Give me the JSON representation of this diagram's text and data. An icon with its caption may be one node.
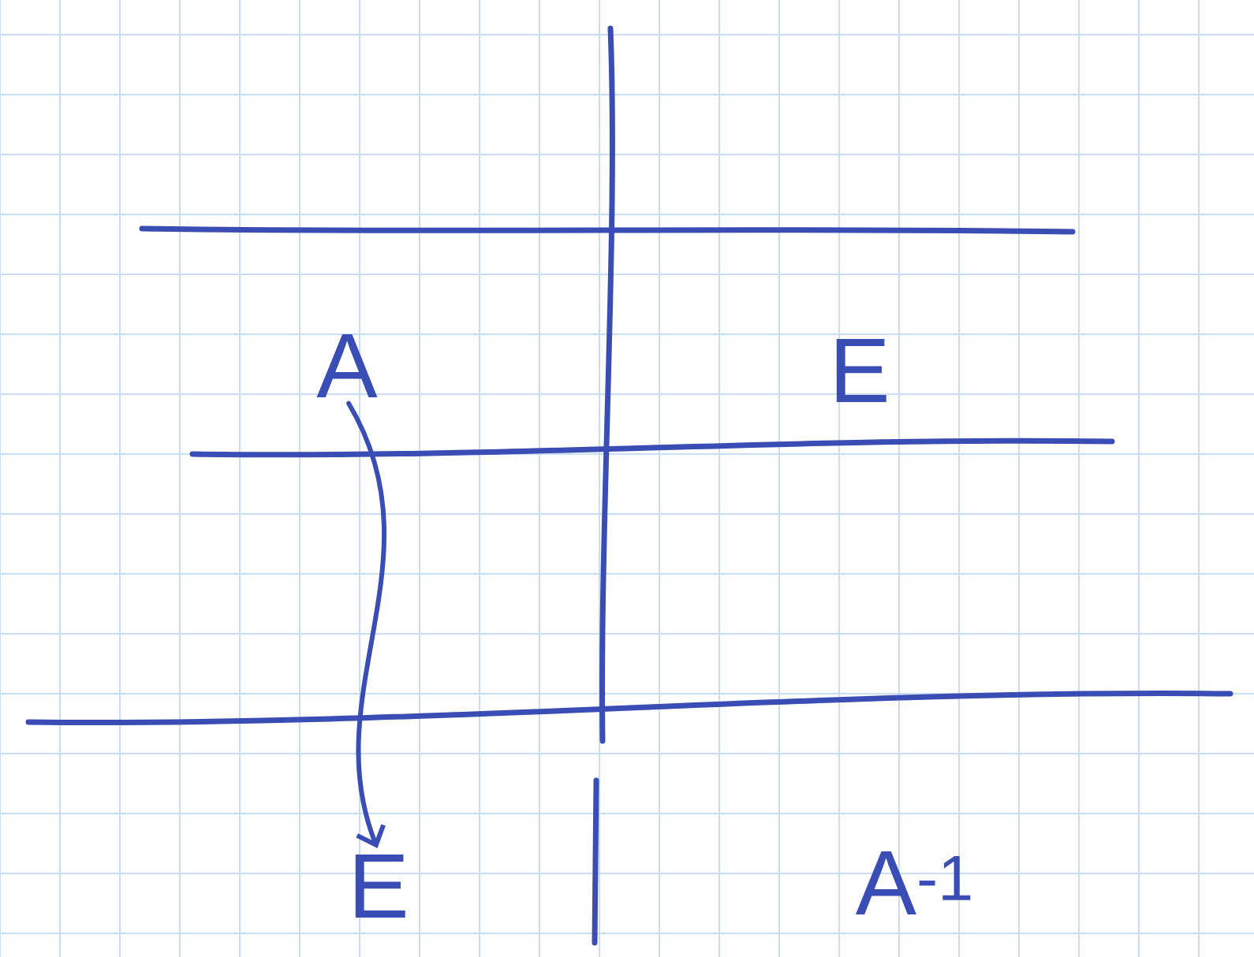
{
  "diagram": {
    "nodes": [
      {
        "text": [
          "A"
        ]
      },
      {
        "text": [
          "E"
        ]
      },
      {
        "text": [
          "E"
        ]
      },
      {
        "text": [
          "A$^{-1}$"
        ]
      }
    ],
    "edges": [
      {
        "from": 0,
        "to": 2,
        "arrow": "to"
      }
    ]
  }
}
